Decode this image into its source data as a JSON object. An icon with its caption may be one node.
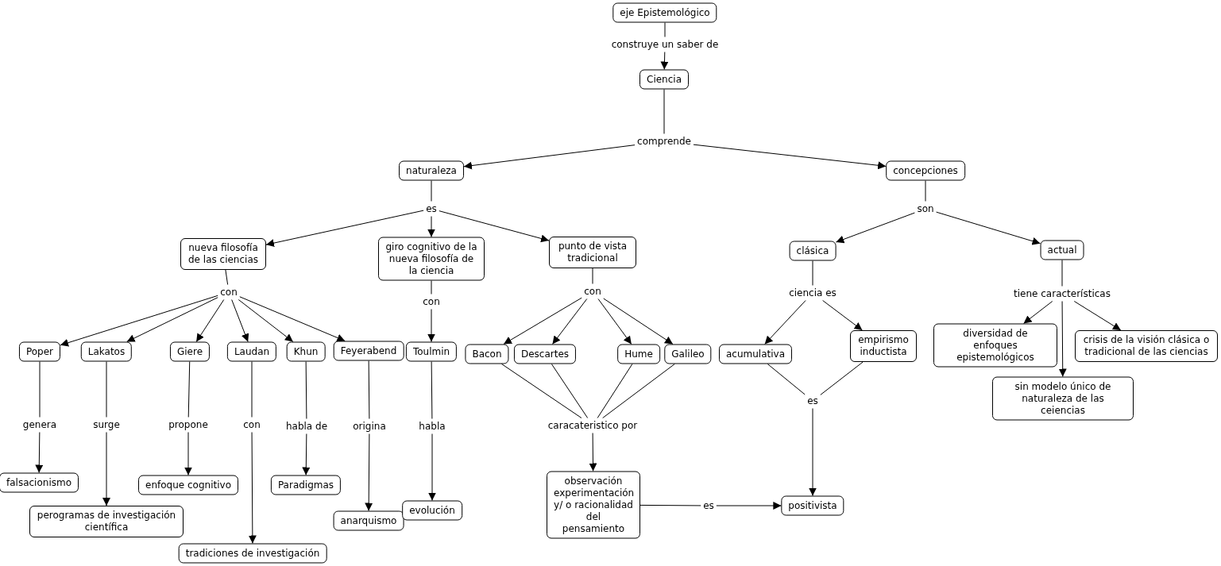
{
  "diagram": {
    "nodes": [
      {
        "text": [
          "eje Epistemológico"
        ]
      },
      {
        "text": [
          "construye un saber de"
        ]
      },
      {
        "text": [
          "Ciencia"
        ]
      },
      {
        "text": [
          "comprende"
        ]
      },
      {
        "text": [
          "naturaleza"
        ]
      },
      {
        "text": [
          "concepciones"
        ]
      },
      {
        "text": [
          "es"
        ]
      },
      {
        "text": [
          "son"
        ]
      },
      {
        "text": [
          "nueva filosofía de las ciencias"
        ]
      },
      {
        "text": [
          "giro cognitivo de la nueva filosofía de la ciencia"
        ]
      },
      {
        "text": [
          "punto de vista tradicional"
        ]
      },
      {
        "text": [
          "clásica"
        ]
      },
      {
        "text": [
          "actual"
        ]
      },
      {
        "text": [
          "con"
        ]
      },
      {
        "text": [
          "con"
        ]
      },
      {
        "text": [
          "con"
        ]
      },
      {
        "text": [
          "ciencia es"
        ]
      },
      {
        "text": [
          "tiene características"
        ]
      },
      {
        "text": [
          "Poper"
        ]
      },
      {
        "text": [
          "Lakatos"
        ]
      },
      {
        "text": [
          "Giere"
        ]
      },
      {
        "text": [
          "Laudan"
        ]
      },
      {
        "text": [
          "Khun"
        ]
      },
      {
        "text": [
          "Feyerabend"
        ]
      },
      {
        "text": [
          "Toulmin"
        ]
      },
      {
        "text": [
          "Bacon"
        ]
      },
      {
        "text": [
          "Descartes"
        ]
      },
      {
        "text": [
          "Hume"
        ]
      },
      {
        "text": [
          "Galileo"
        ]
      },
      {
        "text": [
          "acumulativa"
        ]
      },
      {
        "text": [
          "empirismo inductista"
        ]
      },
      {
        "text": [
          "diversidad de enfoques epistemológicos"
        ]
      },
      {
        "text": [
          "crisis de la visión clásica o tradicional de las ciencias"
        ]
      },
      {
        "text": [
          "sin modelo único de naturaleza de las ceiencias"
        ]
      },
      {
        "text": [
          "genera"
        ]
      },
      {
        "text": [
          "surge"
        ]
      },
      {
        "text": [
          "propone"
        ]
      },
      {
        "text": [
          "con"
        ]
      },
      {
        "text": [
          "habla de"
        ]
      },
      {
        "text": [
          "origina"
        ]
      },
      {
        "text": [
          "habla"
        ]
      },
      {
        "text": [
          "caracateristico por"
        ]
      },
      {
        "text": [
          "es"
        ]
      },
      {
        "text": [
          "falsacionismo"
        ]
      },
      {
        "text": [
          "enfoque cognitivo"
        ]
      },
      {
        "text": [
          "Paradigmas"
        ]
      },
      {
        "text": [
          "perogramas de investigación científica"
        ]
      },
      {
        "text": [
          "anarquismo"
        ]
      },
      {
        "text": [
          "evolución"
        ]
      },
      {
        "text": [
          "observación experimentación y/ o racionalidad del pensamiento"
        ]
      },
      {
        "text": [
          "es"
        ]
      },
      {
        "text": [
          "positivista"
        ]
      },
      {
        "text": [
          "tradiciones de investigación"
        ]
      }
    ],
    "edges": [
      {
        "from": 0,
        "to": 1,
        "arrow": "none"
      },
      {
        "from": 1,
        "to": 2,
        "arrow": "to"
      },
      {
        "from": 2,
        "to": 3,
        "arrow": "none"
      },
      {
        "from": 3,
        "to": 4,
        "arrow": "to"
      },
      {
        "from": 3,
        "to": 5,
        "arrow": "to"
      },
      {
        "from": 4,
        "to": 6,
        "arrow": "none"
      },
      {
        "from": 6,
        "to": 8,
        "arrow": "to"
      },
      {
        "from": 6,
        "to": 9,
        "arrow": "to"
      },
      {
        "from": 6,
        "to": 10,
        "arrow": "to"
      },
      {
        "from": 5,
        "to": 7,
        "arrow": "none"
      },
      {
        "from": 7,
        "to": 11,
        "arrow": "to"
      },
      {
        "from": 7,
        "to": 12,
        "arrow": "to"
      },
      {
        "from": 8,
        "to": 13,
        "arrow": "none"
      },
      {
        "from": 13,
        "to": 18,
        "arrow": "to"
      },
      {
        "from": 13,
        "to": 19,
        "arrow": "to"
      },
      {
        "from": 13,
        "to": 20,
        "arrow": "to"
      },
      {
        "from": 13,
        "to": 21,
        "arrow": "to"
      },
      {
        "from": 13,
        "to": 22,
        "arrow": "to"
      },
      {
        "from": 13,
        "to": 23,
        "arrow": "to"
      },
      {
        "from": 9,
        "to": 14,
        "arrow": "none"
      },
      {
        "from": 14,
        "to": 24,
        "arrow": "to"
      },
      {
        "from": 10,
        "to": 15,
        "arrow": "none"
      },
      {
        "from": 15,
        "to": 25,
        "arrow": "to"
      },
      {
        "from": 15,
        "to": 26,
        "arrow": "to"
      },
      {
        "from": 15,
        "to": 27,
        "arrow": "to"
      },
      {
        "from": 15,
        "to": 28,
        "arrow": "to"
      },
      {
        "from": 11,
        "to": 16,
        "arrow": "none"
      },
      {
        "from": 16,
        "to": 29,
        "arrow": "to"
      },
      {
        "from": 16,
        "to": 30,
        "arrow": "to"
      },
      {
        "from": 12,
        "to": 17,
        "arrow": "none"
      },
      {
        "from": 17,
        "to": 31,
        "arrow": "to"
      },
      {
        "from": 17,
        "to": 32,
        "arrow": "to"
      },
      {
        "from": 17,
        "to": 33,
        "arrow": "to"
      },
      {
        "from": 18,
        "to": 34,
        "arrow": "none"
      },
      {
        "from": 34,
        "to": 43,
        "arrow": "to"
      },
      {
        "from": 19,
        "to": 35,
        "arrow": "none"
      },
      {
        "from": 35,
        "to": 46,
        "arrow": "to"
      },
      {
        "from": 20,
        "to": 36,
        "arrow": "none"
      },
      {
        "from": 36,
        "to": 44,
        "arrow": "to"
      },
      {
        "from": 21,
        "to": 37,
        "arrow": "none"
      },
      {
        "from": 37,
        "to": 52,
        "arrow": "to"
      },
      {
        "from": 22,
        "to": 38,
        "arrow": "none"
      },
      {
        "from": 38,
        "to": 45,
        "arrow": "to"
      },
      {
        "from": 23,
        "to": 39,
        "arrow": "none"
      },
      {
        "from": 39,
        "to": 47,
        "arrow": "to"
      },
      {
        "from": 24,
        "to": 40,
        "arrow": "none"
      },
      {
        "from": 40,
        "to": 48,
        "arrow": "to"
      },
      {
        "from": 25,
        "to": 41,
        "arrow": "none"
      },
      {
        "from": 26,
        "to": 41,
        "arrow": "none"
      },
      {
        "from": 27,
        "to": 41,
        "arrow": "none"
      },
      {
        "from": 28,
        "to": 41,
        "arrow": "none"
      },
      {
        "from": 41,
        "to": 49,
        "arrow": "to"
      },
      {
        "from": 29,
        "to": 42,
        "arrow": "none"
      },
      {
        "from": 30,
        "to": 42,
        "arrow": "none"
      },
      {
        "from": 42,
        "to": 51,
        "arrow": "to"
      },
      {
        "from": 49,
        "to": 50,
        "arrow": "none"
      },
      {
        "from": 50,
        "to": 51,
        "arrow": "to"
      }
    ]
  }
}
